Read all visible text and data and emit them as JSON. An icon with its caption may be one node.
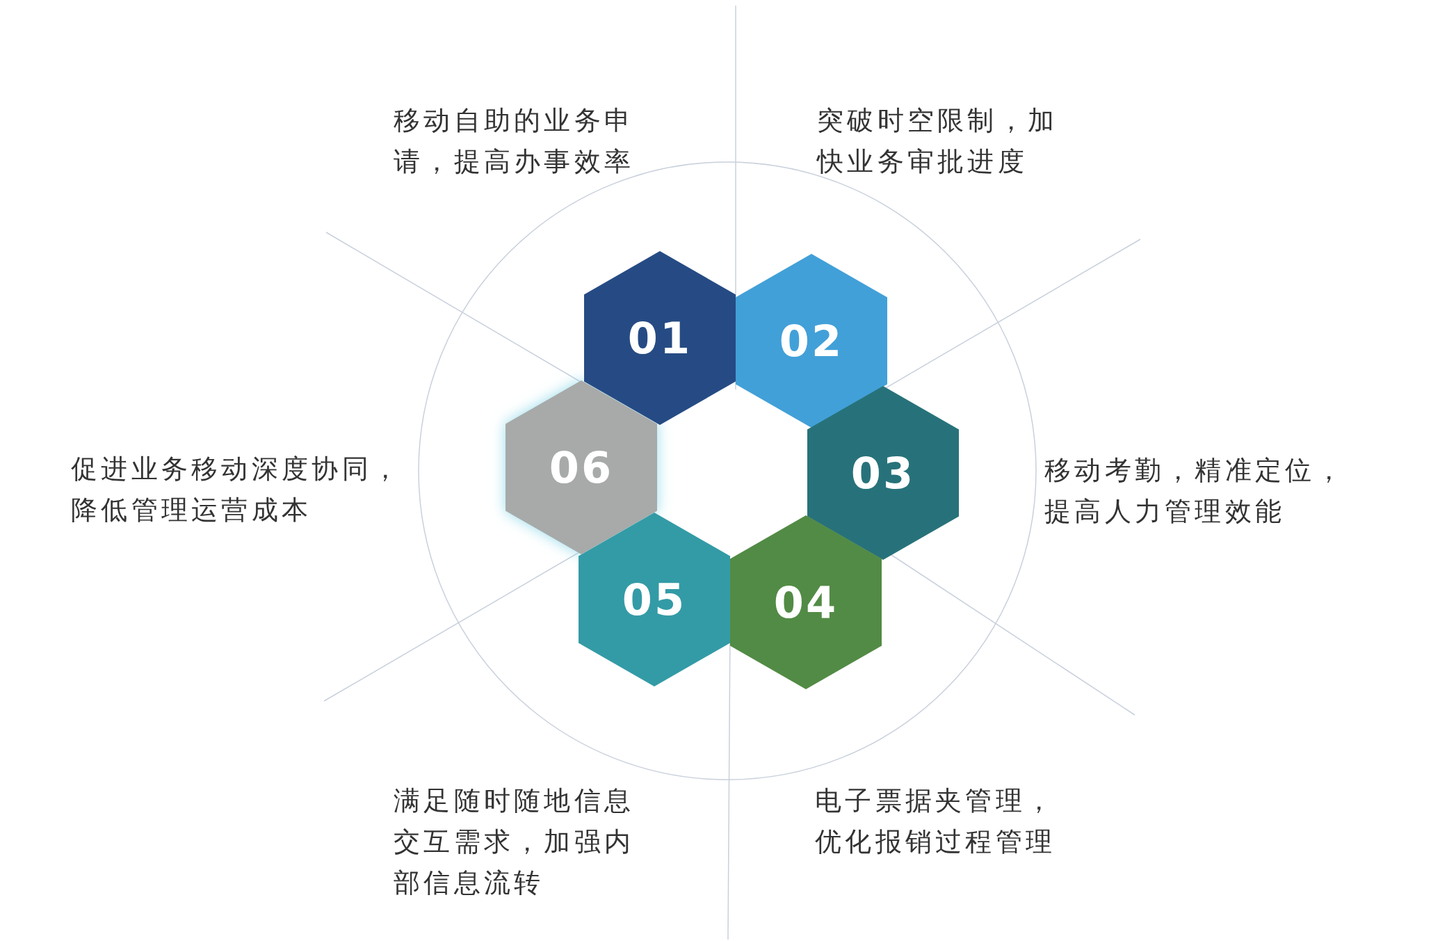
{
  "diagram": {
    "nodes": [
      {
        "text": [
          "01"
        ],
        "beside": [
          "移动自助的业务申请，提高办事效率"
        ]
      },
      {
        "text": [
          "02"
        ],
        "beside": [
          "突破时空限制，加快业务审批进度"
        ]
      },
      {
        "text": [
          "03"
        ],
        "beside": [
          "移动考勤，精准定位，提高人力管理效能"
        ]
      },
      {
        "text": [
          "04"
        ],
        "beside": [
          "电子票据夹管理，优化报销过程管理"
        ]
      },
      {
        "text": [
          "05"
        ],
        "beside": [
          "满足随时随地信息交互需求，加强内部信息流转"
        ]
      },
      {
        "text": [
          "06"
        ]
      }
    ],
    "labels": [
      "促进业务移动深度协同，降低管理运营成本"
    ]
  }
}
